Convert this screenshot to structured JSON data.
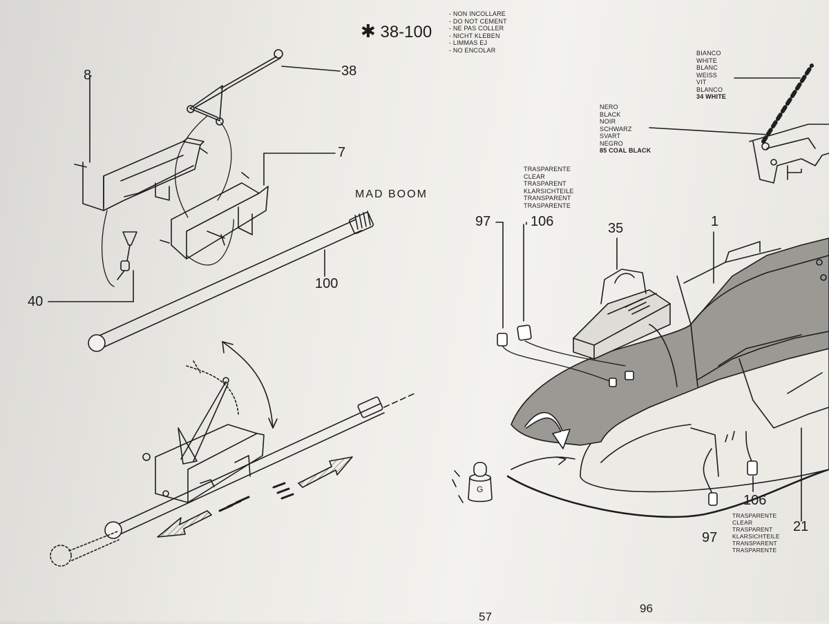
{
  "header": {
    "part_range": "38-100",
    "asterisk": "✱",
    "notes": [
      "- NON INCOLLARE",
      "- DO NOT CEMENT",
      "- NE PAS COLLER",
      "- NICHT KLEBEN",
      "- LIMMAS EJ",
      "- NO ENCOLAR"
    ]
  },
  "callouts": {
    "p8": "8",
    "p38": "38",
    "p7": "7",
    "p40": "40",
    "p100": "100",
    "p35": "35",
    "p1": "1",
    "p97_top": "97",
    "p106_top": "106",
    "p97_bottom": "97",
    "p106_bottom": "106",
    "p21": "21"
  },
  "mad_boom": "MAD BOOM",
  "colors": {
    "white_labels": [
      "BIANCO",
      "WHITE",
      "BLANC",
      "WEISS",
      "VIT",
      "BLANCO"
    ],
    "white_code": "34 WHITE",
    "black_labels": [
      "NERO",
      "BLACK",
      "NOIR",
      "SCHWARZ",
      "SVART",
      "NEGRO"
    ],
    "black_code": "85 COAL BLACK"
  },
  "clear_top": [
    "TRASPARENTE",
    "CLEAR",
    "TRASPARENT",
    "KLARSICHTEILE",
    "TRANSPARENT",
    "TRASPARENTE"
  ],
  "clear_bottom": [
    "TRASPARENTE",
    "CLEAR",
    "TRASPARENT",
    "KLARSICHTEILE",
    "TRANSPARENT",
    "TRASPARENTE"
  ],
  "page_numbers": {
    "left": "57",
    "right": "96"
  },
  "weight_letter": "G"
}
